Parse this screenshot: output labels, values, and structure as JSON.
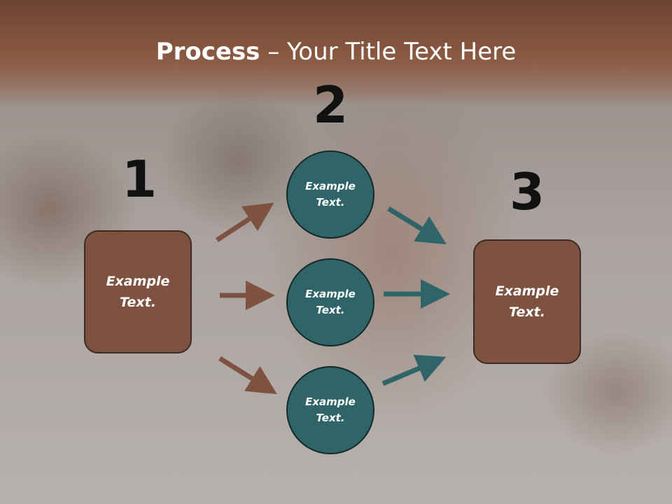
{
  "title": {
    "bold": "Process",
    "rest": " – Your Title Text Here"
  },
  "steps": {
    "n1": "1",
    "n2": "2",
    "n3": "3"
  },
  "box_left": {
    "text": "Example Text."
  },
  "box_right": {
    "text": "Example Text."
  },
  "circles": [
    {
      "text": "Example Text."
    },
    {
      "text": "Example Text."
    },
    {
      "text": "Example Text."
    }
  ],
  "colors": {
    "header": "#7a4c36",
    "box_fill": "#7e5240",
    "circle_fill": "#2f6568",
    "arrow_brown": "#7e5240",
    "arrow_teal": "#2f6568"
  }
}
